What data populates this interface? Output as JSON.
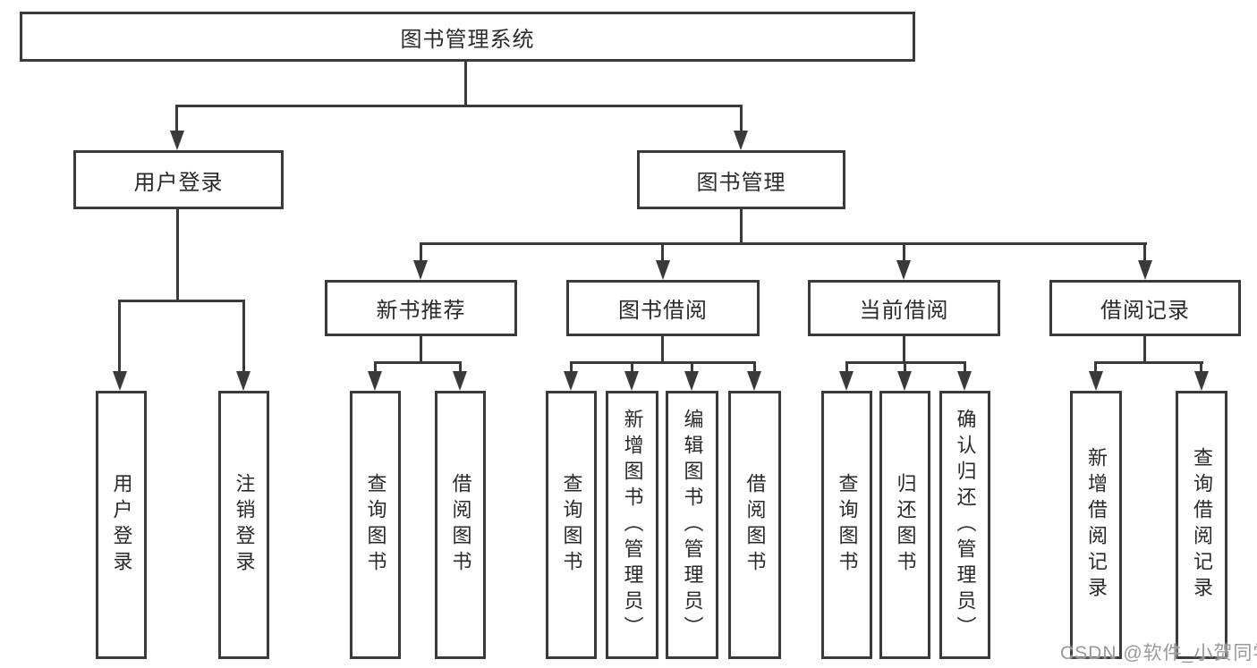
{
  "colors": {
    "line": "#3a3a3a",
    "text": "#2a2a2a",
    "background": "#ffffff",
    "watermark": "#999999"
  },
  "watermark": {
    "text": "CSDN @软件_小贺同学"
  },
  "tree": {
    "label": "图书管理系统",
    "children": [
      {
        "label": "用户登录",
        "children": [
          {
            "label": "用户登录"
          },
          {
            "label": "注销登录"
          }
        ]
      },
      {
        "label": "图书管理",
        "children": [
          {
            "label": "新书推荐",
            "children": [
              {
                "label": "查询图书"
              },
              {
                "label": "借阅图书"
              }
            ]
          },
          {
            "label": "图书借阅",
            "children": [
              {
                "label": "查询图书"
              },
              {
                "label": "新增图书（管理员）"
              },
              {
                "label": "编辑图书（管理员）"
              },
              {
                "label": "借阅图书"
              }
            ]
          },
          {
            "label": "当前借阅",
            "children": [
              {
                "label": "查询图书"
              },
              {
                "label": "归还图书"
              },
              {
                "label": "确认归还（管理员）"
              }
            ]
          },
          {
            "label": "借阅记录",
            "children": [
              {
                "label": "新增借阅记录"
              },
              {
                "label": "查询借阅记录"
              }
            ]
          }
        ]
      }
    ]
  }
}
